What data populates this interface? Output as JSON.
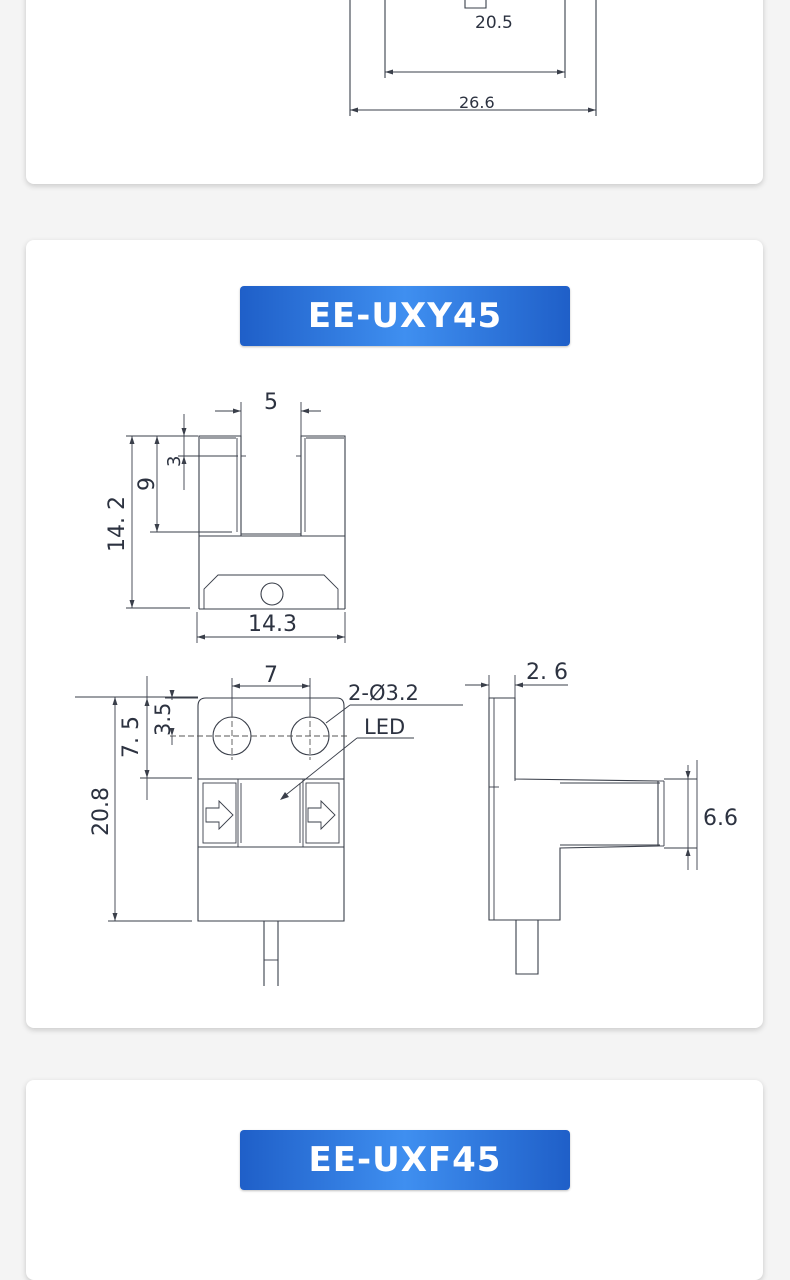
{
  "top_section": {
    "dim_inner": "20.5",
    "dim_outer": "26.6"
  },
  "section_uxy45": {
    "title": "EE-UXY45",
    "front_view": {
      "dim_slot_width": "5",
      "dim_top_3": "3",
      "dim_depth_9": "9",
      "dim_height": "14. 2",
      "dim_width": "14.3"
    },
    "bottom_view": {
      "dim_hole_pitch": "7",
      "dim_holes": "2-Ø3.2",
      "dim_led": "LED",
      "dim_3_5": "3.5",
      "dim_7_5": "7. 5",
      "dim_20_8": "20.8"
    },
    "side_view": {
      "dim_2_6": "2. 6",
      "dim_6_6": "6.6"
    }
  },
  "section_uxf45": {
    "title": "EE-UXF45"
  }
}
